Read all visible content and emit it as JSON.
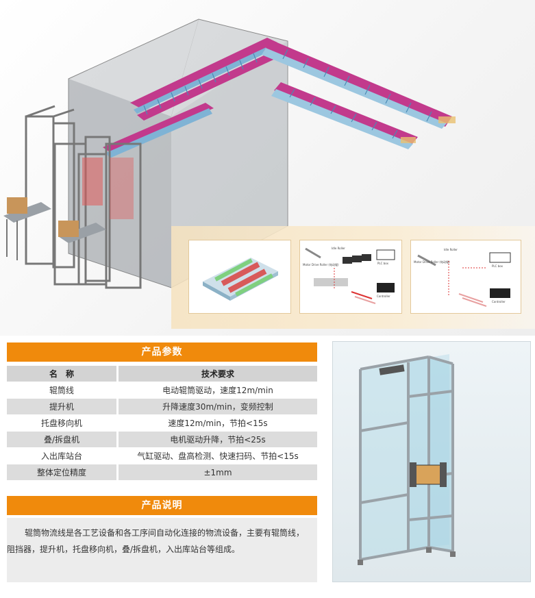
{
  "inset_labels": {
    "idle_roller": "Idle Roller",
    "motor_drive_roller_1": "Motor Drive Roller (电动辊)",
    "plc_box": "PLC box",
    "controller": "Controller",
    "idle_roller_2": "Idle Roller",
    "motor_drive_roller_2": "Motor Drive Roller (电动辊)",
    "plc_box_2": "PLC box",
    "controller_2": "Controller"
  },
  "params_section": {
    "title": "产品参数",
    "headers": [
      "名　称",
      "技术要求"
    ],
    "rows": [
      {
        "name": "辊筒线",
        "spec": "电动辊筒驱动，速度12m/min"
      },
      {
        "name": "提升机",
        "spec": "升降速度30m/min，变频控制"
      },
      {
        "name": "托盘移向机",
        "spec": "速度12m/min，节拍<15s"
      },
      {
        "name": "叠/拆盘机",
        "spec": "电机驱动升降，节拍<25s"
      },
      {
        "name": "入出库站台",
        "spec": "气缸驱动、盘高检测、快速扫码、节拍<15s"
      },
      {
        "name": "整体定位精度",
        "spec": "±1mm"
      }
    ]
  },
  "desc_section": {
    "title": "产品说明",
    "text": "辊筒物流线是各工艺设备和各工序间自动化连接的物流设备，主要有辊筒线，阻挡器，提升机，托盘移向机，叠/拆盘机，入出库站台等组成。"
  },
  "colors": {
    "accent": "#f08a0c",
    "table_header": "#d3d3d3",
    "table_alt": "#dcdcdc",
    "conveyor_side": "#c23a8c",
    "roller": "#7fb3d5"
  }
}
